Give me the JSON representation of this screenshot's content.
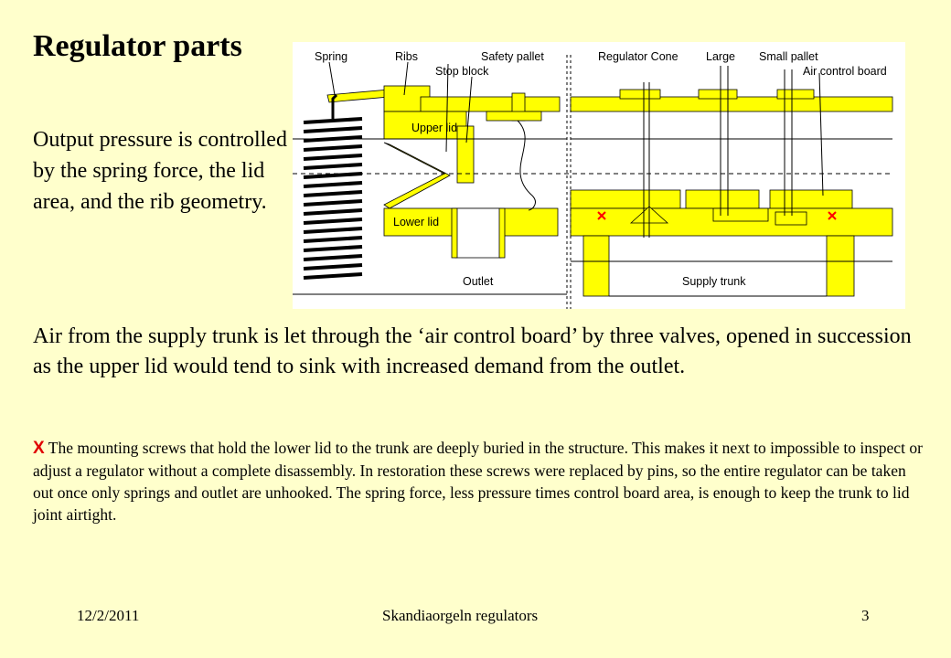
{
  "slide": {
    "title": "Regulator parts",
    "intro": "Output pressure is controlled by the spring force, the lid area, and the rib geometry.",
    "paragraph": "Air from the supply trunk is let through the ‘air control board’ by three valves, opened in succession as the upper lid would tend to sink with increased demand from the outlet.",
    "note": {
      "marker": "X",
      "text": "The mounting screws that hold the lower lid to the trunk are deeply buried in the structure. This makes it next to impossible to inspect or adjust a regulator without a complete disassembly. In restoration these screws were replaced by pins, so the entire regulator can be taken out once only springs and outlet are unhooked. The spring force, less pressure times control board area, is enough to keep the trunk to lid joint airtight."
    }
  },
  "diagram": {
    "labels": {
      "spring": "Spring",
      "ribs": "Ribs",
      "safety_pallet": "Safety pallet",
      "stop_block": "Stop block",
      "upper_lid": "Upper lid",
      "lower_lid": "Lower lid",
      "outlet": "Outlet",
      "regulator_cone": "Regulator Cone",
      "large": "Large",
      "small_pallet": "Small pallet",
      "air_control_board": "Air control board",
      "supply_trunk": "Supply trunk"
    },
    "colors": {
      "wood": "#ffff00",
      "outline": "#000000",
      "accent": "#ff0000",
      "background": "#ffffff"
    }
  },
  "footer": {
    "date": "12/2/2011",
    "title": "Skandiaorgeln regulators",
    "page": "3"
  }
}
